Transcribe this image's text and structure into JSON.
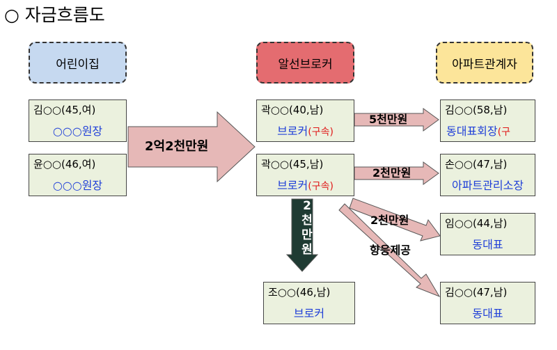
{
  "title": "○ 자금흐름도",
  "headers": {
    "daycare": "어린이집",
    "broker": "알선브로커",
    "apt": "아파트관계자"
  },
  "boxes": {
    "kim45": {
      "l1": "김○○(45,여)",
      "l2": "○○○원장"
    },
    "yoon46": {
      "l1": "윤○○(46,여)",
      "l2": "○○○원장"
    },
    "kwak40": {
      "l1": "곽○○(40,남)",
      "l2": "브로커",
      "tag": "(구속)"
    },
    "kwak45": {
      "l1": "곽○○(45,남)",
      "l2": "브로커",
      "tag": "(구속)"
    },
    "kim58": {
      "l1": "김○○(58,남)",
      "l2": "동대표회장",
      "tag": "(구"
    },
    "son47": {
      "l1": "손○○(47,남)",
      "l2": "아파트관리소장"
    },
    "lim44": {
      "l1": "임○○(44,남)",
      "l2": "동대표"
    },
    "kim47": {
      "l1": "김○○(47,남)",
      "l2": "동대표"
    },
    "jo46": {
      "l1": "조○○(46,남)",
      "l2": "브로커"
    }
  },
  "flows": {
    "main": "2억2천만원",
    "to_kim58": "5천만원",
    "to_son47": "2천만원",
    "to_lim44": "2천만원",
    "to_kim47": "향응제공",
    "to_jo46": "2천만원",
    "to_jo46_chars": [
      "2",
      "천",
      "만",
      "원"
    ]
  },
  "colors": {
    "header_daycare": "#c6d9f0",
    "header_broker": "#e46c70",
    "header_apt": "#fce59a",
    "box_fill": "#ebf1de",
    "arrow_fill": "#e6b8b7",
    "vertical_arrow_fill": "#1f3b33",
    "name_text": "#1f3fd8",
    "tag_text": "#e01818"
  }
}
